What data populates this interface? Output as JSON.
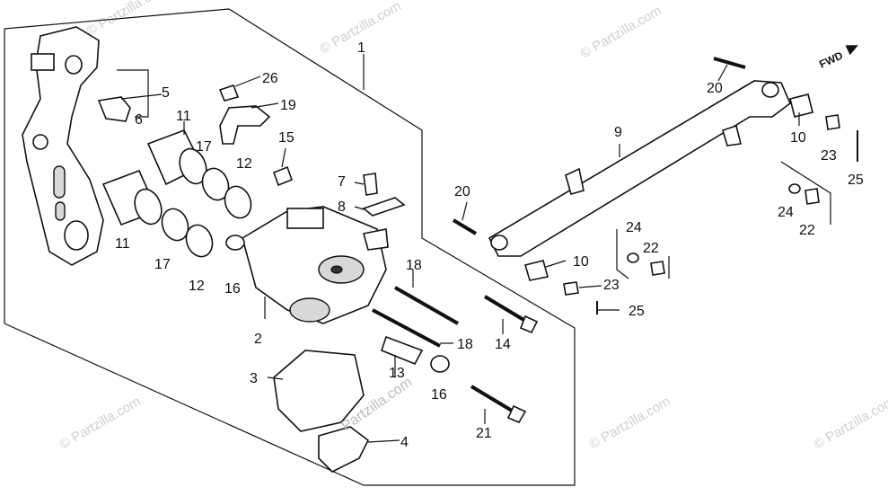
{
  "watermark": "© Partzilla.com",
  "center_watermark": "Partzilla.com",
  "direction_indicator": "FWD",
  "callouts": {
    "c1": "1",
    "c2": "2",
    "c3": "3",
    "c4": "4",
    "c5": "5",
    "c6": "6",
    "c7": "7",
    "c8": "8",
    "c9": "9",
    "c10a": "10",
    "c10b": "10",
    "c11a": "11",
    "c11b": "11",
    "c12a": "12",
    "c12b": "12",
    "c13": "13",
    "c14": "14",
    "c15": "15",
    "c16a": "16",
    "c16b": "16",
    "c17a": "17",
    "c17b": "17",
    "c18a": "18",
    "c18b": "18",
    "c19": "19",
    "c20a": "20",
    "c20b": "20",
    "c21": "21",
    "c22a": "22",
    "c22b": "22",
    "c23a": "23",
    "c23b": "23",
    "c24a": "24",
    "c24b": "24",
    "c25a": "25",
    "c25b": "25",
    "c26": "26"
  }
}
